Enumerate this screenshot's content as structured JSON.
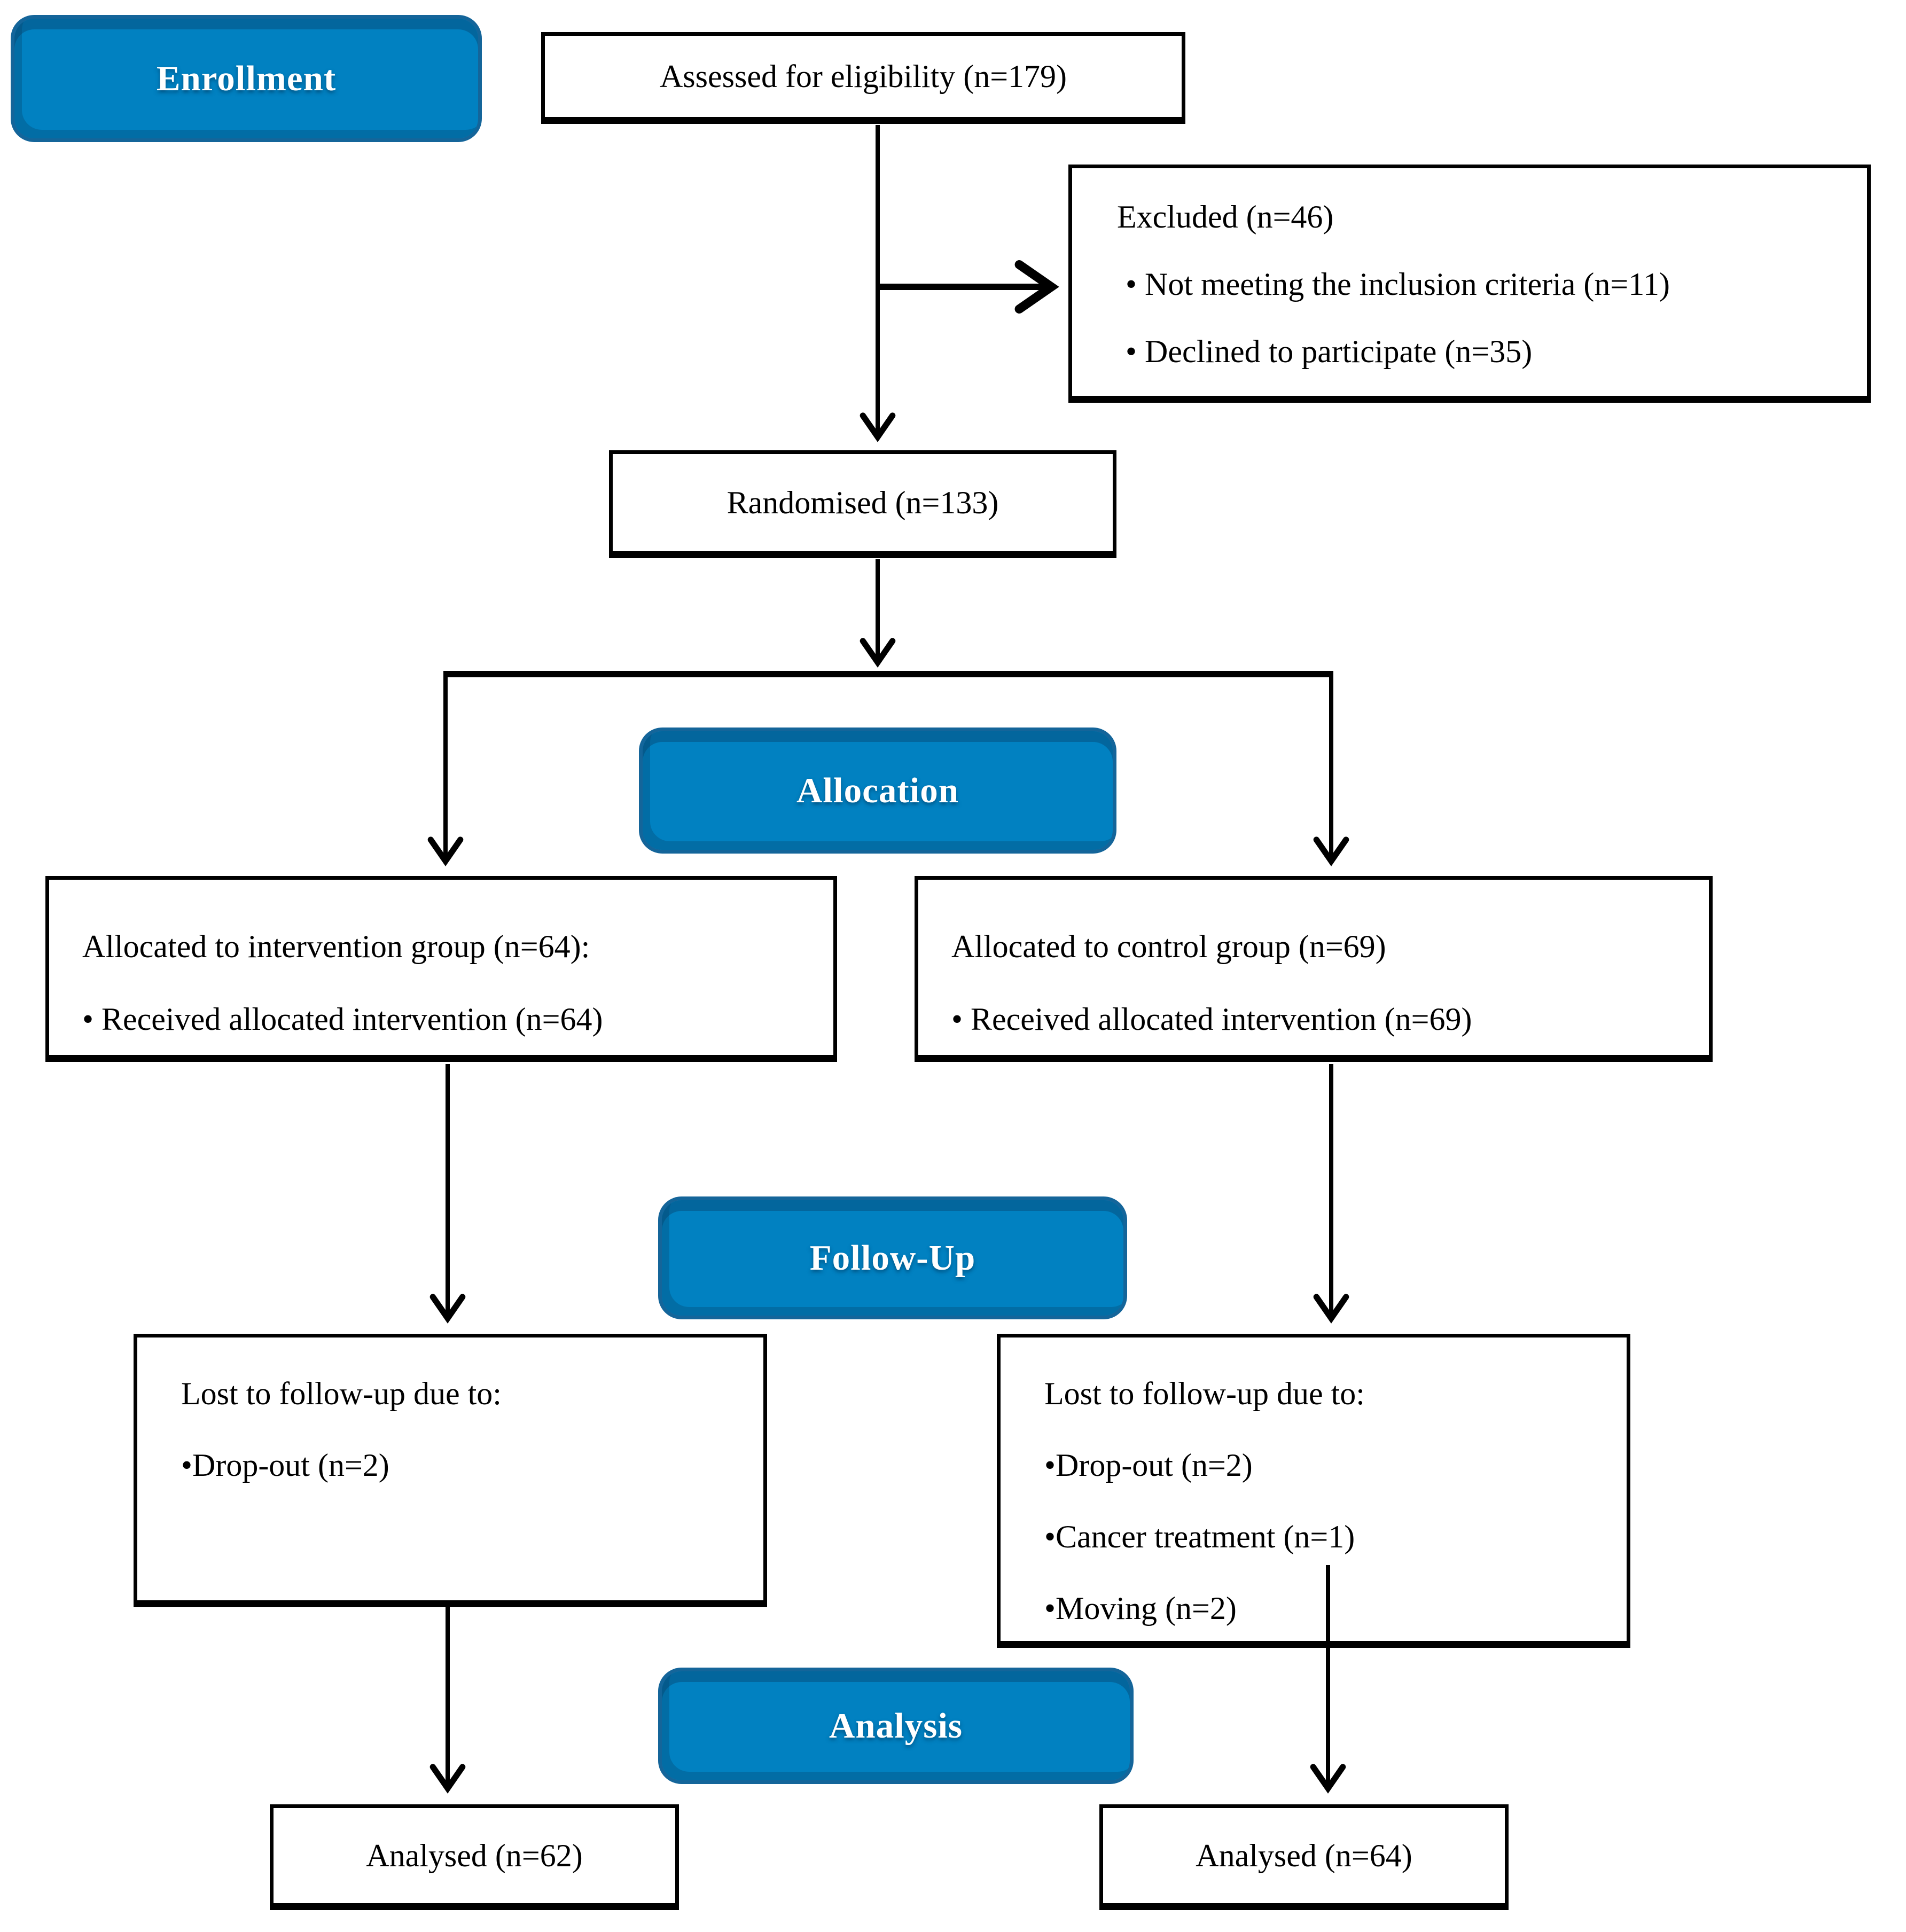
{
  "palette": {
    "background": "#ffffff",
    "accent_fill": "#0181c1",
    "accent_border": "#14659a",
    "badge_text": "#ffffff",
    "box_border": "#000000",
    "line_color": "#000000",
    "text_color": "#000000"
  },
  "stages": {
    "enrollment": "Enrollment",
    "allocation": "Allocation",
    "follow_up": "Follow-Up",
    "analysis": "Analysis"
  },
  "boxes": {
    "assessed": {
      "text": "Assessed for eligibility (n=179)"
    },
    "excluded": {
      "title": "Excluded (n=46)",
      "items": [
        "• Not meeting the inclusion criteria (n=11)",
        "• Declined to participate (n=35)"
      ]
    },
    "randomised": {
      "text": "Randomised (n=133)"
    },
    "intervention": {
      "title": "Allocated to intervention group (n=64):",
      "items": [
        "• Received allocated intervention (n=64)"
      ]
    },
    "control": {
      "title": "Allocated to control group (n=69)",
      "items": [
        "• Received allocated intervention (n=69)"
      ]
    },
    "lost_intervention": {
      "title": "Lost to follow-up due to:",
      "items": [
        "•Drop-out (n=2)"
      ]
    },
    "lost_control": {
      "title": "Lost to follow-up due to:",
      "items": [
        "•Drop-out (n=2)",
        "•Cancer treatment (n=1)",
        "•Moving (n=2)"
      ]
    },
    "analysed_intervention": {
      "text": "Analysed (n=62)"
    },
    "analysed_control": {
      "text": "Analysed (n=64)"
    }
  }
}
